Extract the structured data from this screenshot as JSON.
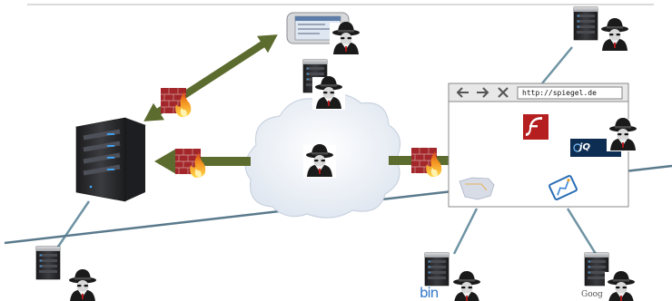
{
  "browser": {
    "url": "http://spiegel.de",
    "nav_icons": [
      "back-arrow-icon",
      "forward-arrow-icon",
      "close-x-icon"
    ]
  },
  "widgets": {
    "jquery_label": "jQ"
  },
  "logos": {
    "bing_partial": "bin",
    "google_partial": "Goog"
  },
  "colors": {
    "arrow": "#5c6b2e",
    "firewall_brick": "#a2262a",
    "flame": "#f08a1a",
    "server_dark": "#2b2b2e",
    "server_led": "#3fa9ff",
    "connection_line": "#6f93a3",
    "cloud": "#e6ecf4"
  }
}
